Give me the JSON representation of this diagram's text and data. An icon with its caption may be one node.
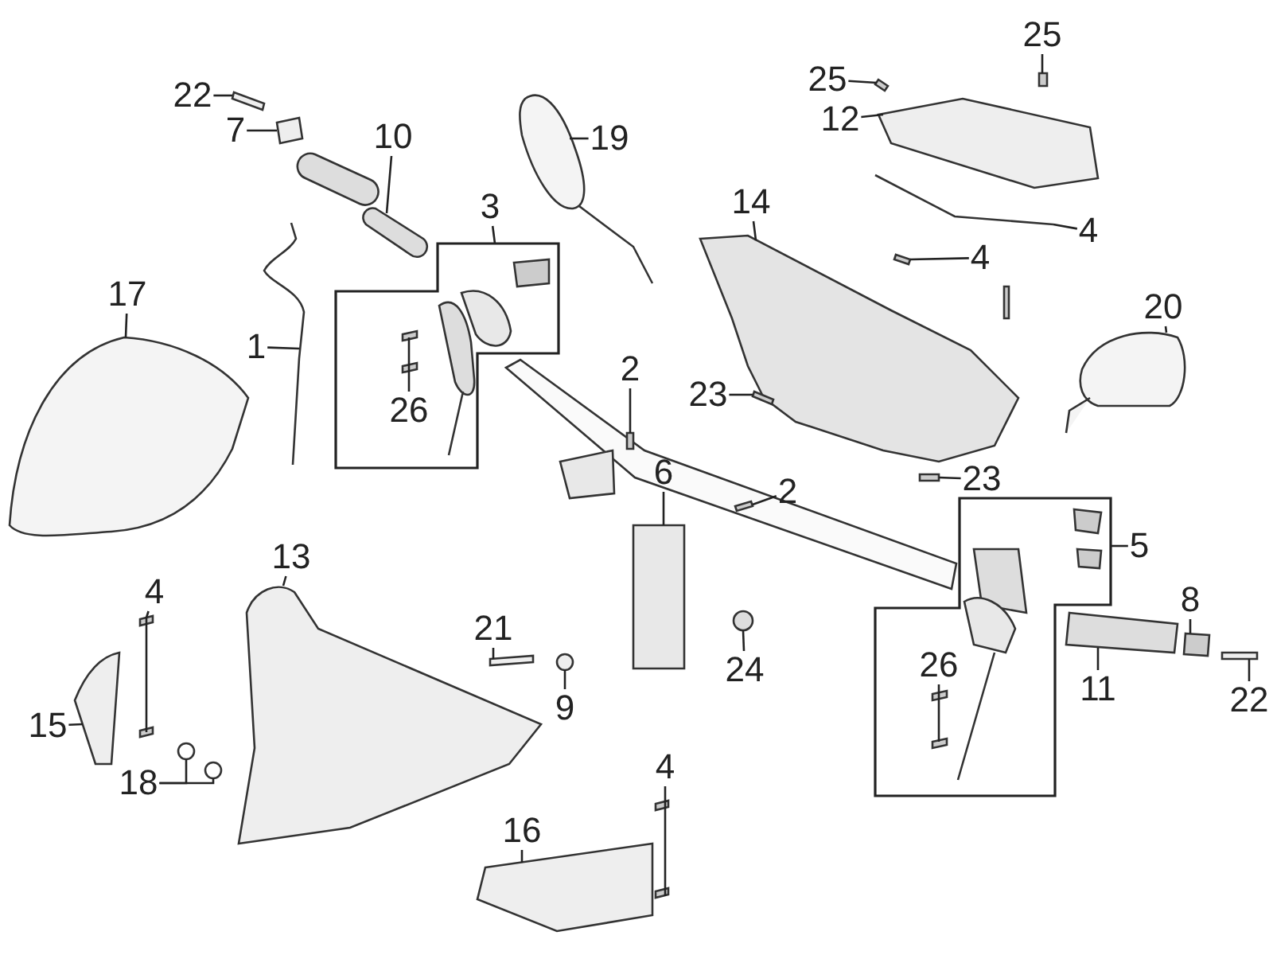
{
  "diagram": {
    "nodes": [
      {
        "text": [
          "22"
        ]
      },
      {
        "text": [
          "7"
        ]
      },
      {
        "text": [
          "10"
        ]
      },
      {
        "text": [
          "25"
        ]
      },
      {
        "text": [
          "12"
        ]
      },
      {
        "text": [
          "25"
        ]
      },
      {
        "text": [
          "19"
        ]
      },
      {
        "text": [
          "3"
        ]
      },
      {
        "text": [],
        "shape": "box"
      },
      {
        "text": [
          "26"
        ],
        "in": 8
      },
      {
        "text": [
          "14"
        ]
      },
      {
        "text": [
          "4"
        ]
      },
      {
        "text": [
          "4"
        ]
      },
      {
        "text": [
          "17"
        ]
      },
      {
        "text": [
          "1"
        ]
      },
      {
        "text": [
          "20"
        ]
      },
      {
        "text": [
          "2"
        ]
      },
      {
        "text": [
          "23"
        ]
      },
      {
        "text": [
          "6"
        ]
      },
      {
        "text": [
          "2"
        ]
      },
      {
        "text": [
          "23"
        ]
      },
      {
        "text": [
          "5"
        ]
      },
      {
        "text": [],
        "shape": "box"
      },
      {
        "text": [
          "26"
        ],
        "in": 22
      },
      {
        "text": [
          "13"
        ]
      },
      {
        "text": [
          "4"
        ]
      },
      {
        "text": [
          "21"
        ]
      },
      {
        "text": [
          "8"
        ]
      },
      {
        "text": [
          "9"
        ]
      },
      {
        "text": [
          "24"
        ]
      },
      {
        "text": [
          "11"
        ]
      },
      {
        "text": [
          "15"
        ]
      },
      {
        "text": [
          "22"
        ]
      },
      {
        "text": [
          "18"
        ]
      },
      {
        "text": [
          "4"
        ]
      },
      {
        "text": [
          "16"
        ]
      },
      {
        "text": [],
        "shape": "box"
      },
      {
        "text": [],
        "shape": "box"
      },
      {
        "text": [],
        "shape": "picture"
      },
      {
        "text": [],
        "shape": "picture"
      },
      {
        "text": [],
        "shape": "picture"
      },
      {
        "text": [],
        "shape": "box"
      },
      {
        "text": [],
        "shape": "picture"
      },
      {
        "text": [],
        "shape": "picture",
        "in": 8
      },
      {
        "text": [],
        "shape": "picture"
      },
      {
        "text": [],
        "shape": "picture"
      },
      {
        "text": [],
        "shape": "box"
      },
      {
        "text": [],
        "shape": "picture"
      },
      {
        "text": [],
        "shape": "picture"
      },
      {
        "text": [],
        "shape": "picture"
      },
      {
        "text": [],
        "shape": "box"
      },
      {
        "text": [],
        "shape": "box"
      },
      {
        "text": [],
        "shape": "box"
      },
      {
        "text": [],
        "shape": "box"
      },
      {
        "text": [],
        "shape": "box"
      },
      {
        "text": [],
        "shape": "picture",
        "in": 22
      },
      {
        "text": [],
        "shape": "picture"
      },
      {
        "text": [],
        "shape": "picture"
      },
      {
        "text": [],
        "shape": "box"
      },
      {
        "text": [],
        "shape": "box"
      },
      {
        "text": [],
        "shape": "circle"
      },
      {
        "text": [],
        "shape": "circle"
      },
      {
        "text": [],
        "shape": "picture"
      },
      {
        "text": [],
        "shape": "picture"
      },
      {
        "text": [],
        "shape": "box"
      },
      {
        "text": [],
        "shape": "circle"
      },
      {
        "text": [],
        "shape": "circle"
      },
      {
        "text": [],
        "shape": "picture"
      },
      {
        "text": [],
        "shape": "picture"
      }
    ],
    "edges": [
      {
        "from": 0,
        "to": 36,
        "arrow": "none"
      },
      {
        "from": 1,
        "to": 37,
        "arrow": "none"
      },
      {
        "from": 2,
        "to": 38,
        "arrow": "none"
      },
      {
        "from": 3,
        "to": 39,
        "arrow": "none"
      },
      {
        "from": 4,
        "to": 40,
        "arrow": "none"
      },
      {
        "from": 5,
        "to": 41,
        "arrow": "none"
      },
      {
        "from": 6,
        "to": 42,
        "arrow": "none"
      },
      {
        "from": 7,
        "to": 8,
        "arrow": "none"
      },
      {
        "from": 9,
        "to": 43,
        "arrow": "none"
      },
      {
        "from": 10,
        "to": 44,
        "arrow": "none"
      },
      {
        "from": 11,
        "to": 45,
        "arrow": "none"
      },
      {
        "from": 12,
        "to": 46,
        "arrow": "none"
      },
      {
        "from": 13,
        "to": 47,
        "arrow": "none"
      },
      {
        "from": 14,
        "to": 48,
        "arrow": "none"
      },
      {
        "from": 15,
        "to": 49,
        "arrow": "none"
      },
      {
        "from": 16,
        "to": 50,
        "arrow": "none"
      },
      {
        "from": 17,
        "to": 51,
        "arrow": "none"
      },
      {
        "from": 18,
        "to": 52,
        "arrow": "none"
      },
      {
        "from": 19,
        "to": 53,
        "arrow": "none"
      },
      {
        "from": 20,
        "to": 54,
        "arrow": "none"
      },
      {
        "from": 21,
        "to": 22,
        "arrow": "none"
      },
      {
        "from": 23,
        "to": 55,
        "arrow": "none"
      },
      {
        "from": 24,
        "to": 56,
        "arrow": "none"
      },
      {
        "from": 25,
        "to": 57,
        "arrow": "none"
      },
      {
        "from": 26,
        "to": 58,
        "arrow": "none"
      },
      {
        "from": 27,
        "to": 59,
        "arrow": "none"
      },
      {
        "from": 28,
        "to": 60,
        "arrow": "none"
      },
      {
        "from": 29,
        "to": 61,
        "arrow": "none"
      },
      {
        "from": 30,
        "to": 62,
        "arrow": "none"
      },
      {
        "from": 31,
        "to": 63,
        "arrow": "none"
      },
      {
        "from": 32,
        "to": 64,
        "arrow": "none"
      },
      {
        "from": 33,
        "to": 65,
        "arrow": "none"
      },
      {
        "from": 33,
        "to": 66,
        "arrow": "none"
      },
      {
        "from": 34,
        "to": 67,
        "arrow": "none"
      },
      {
        "from": 35,
        "to": 68,
        "arrow": "none"
      }
    ]
  }
}
